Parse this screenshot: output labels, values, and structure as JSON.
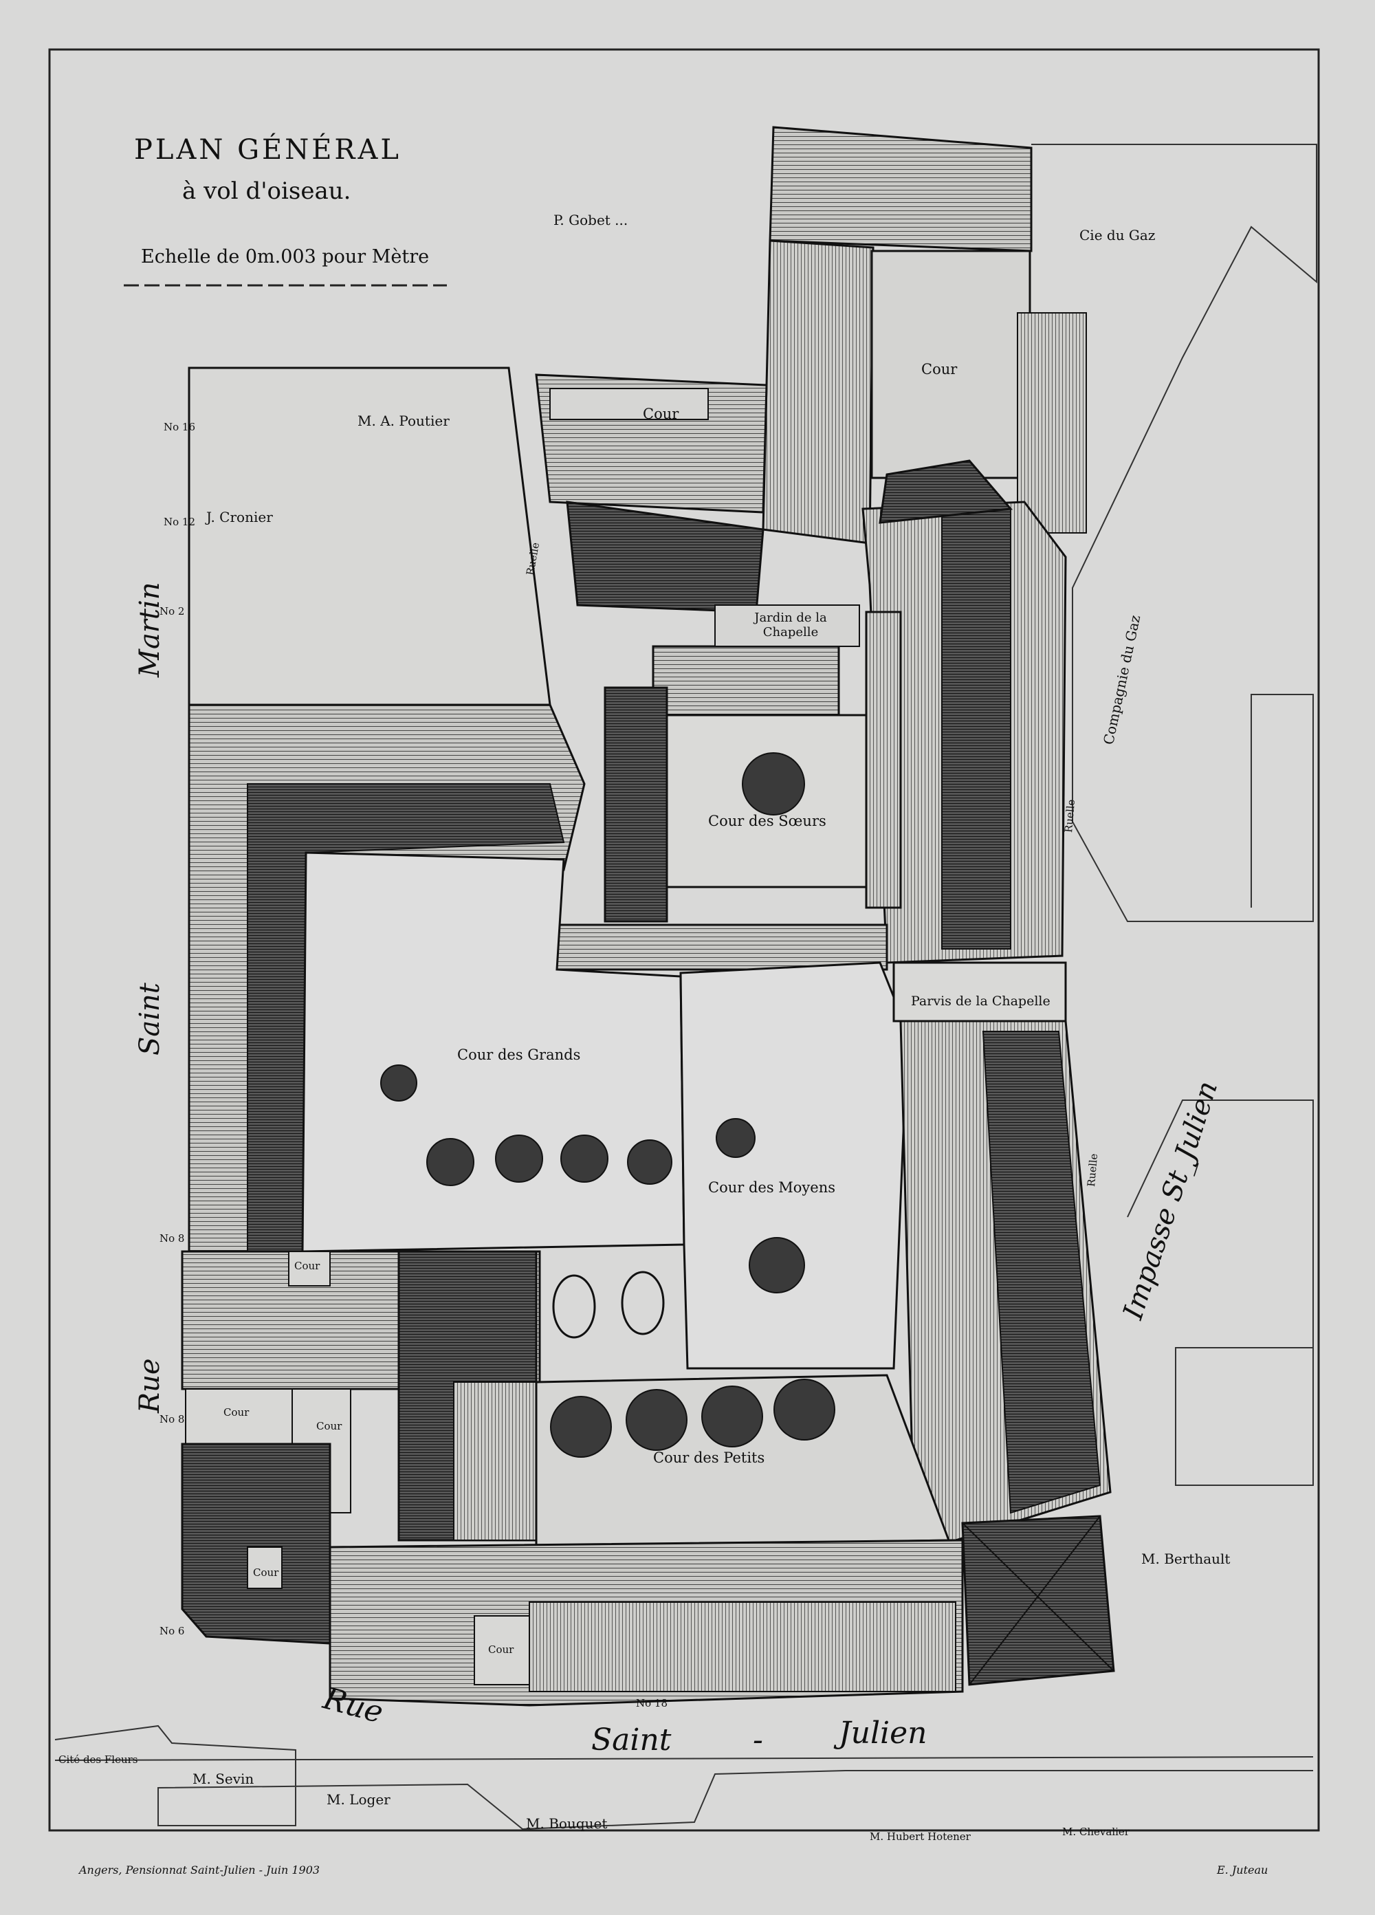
{
  "title": "PLAN GÉNÉRAL",
  "subtitle": "à vol d'oiseau.",
  "scale_text": "Echelle de 0m.003 pour Mètre",
  "caption_left": "Angers, Pensionnat Saint-Julien - Juin 1903",
  "caption_right": "E. Juteau",
  "neighbors": {
    "top": "P. Gobet ... ",
    "gas_top": "Cie du Gaz",
    "poutier": "M. A. Poutier",
    "cronier": "J. Cronier",
    "compagnie": "Compagnie du Gaz",
    "berthault": "M. Berthault",
    "cite": "Cité des Fleurs",
    "sevin": "M. Sevin",
    "loger": "M. Loger",
    "bouquet": "M. Bouquet",
    "hubert": "M. Hubert Hotener",
    "chevalier": "M. Chevalier"
  },
  "courts": {
    "cour_top_small": "Cour",
    "cour_top_right": "Cour",
    "jardin": "Jardin de la Chapelle",
    "seurs": "Cour des Sœurs",
    "parvis": "Parvis de la Chapelle",
    "grands": "Cour des Grands",
    "moyens": "Cour des Moyens",
    "petits": "Cour des Petits",
    "cour_a": "Cour",
    "cour_b": "Cour",
    "cour_c": "Cour",
    "cour_d": "Cour",
    "cour_e": "Cour",
    "ruelle_left": "Ruelle",
    "ruelle_right": "Ruelle",
    "ruelle_low": "Ruelle"
  },
  "streets": {
    "martin": "Martin",
    "saint_left": "Saint",
    "rue_left": "Rue",
    "rue_bottom": "Rue",
    "saint_bottom": "Saint",
    "dash": "-",
    "julien_bottom": "Julien",
    "impasse": "Impasse St_Julien"
  },
  "house_numbers": [
    "No 16",
    "No 12",
    "No 8",
    "No 8",
    "No 6",
    "No 2",
    "No 18"
  ]
}
